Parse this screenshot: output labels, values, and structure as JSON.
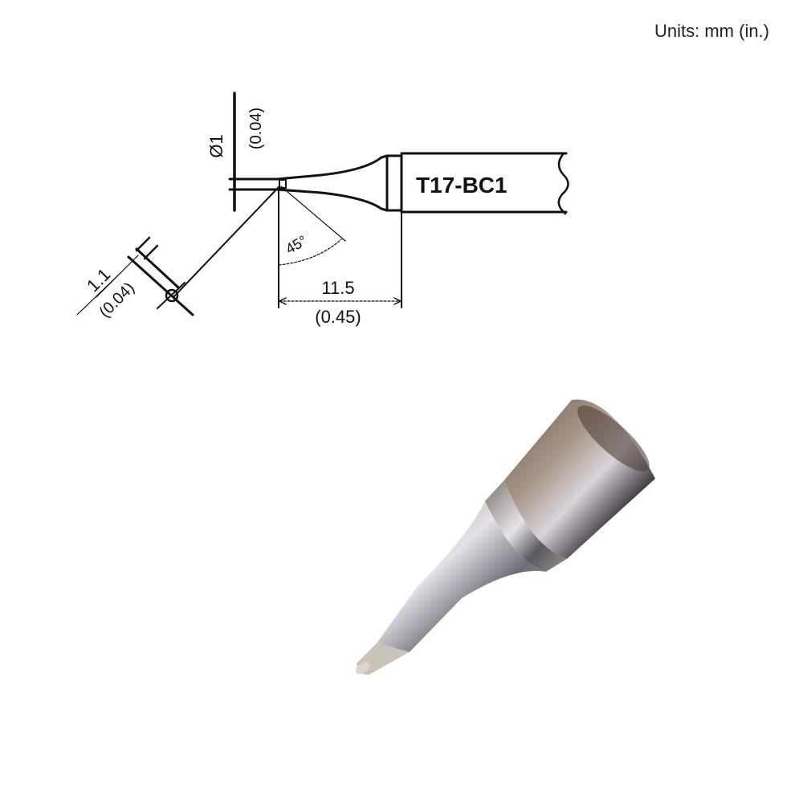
{
  "header": {
    "units_label": "Units: mm (in.)"
  },
  "drawing": {
    "model": "T17-BC1",
    "tip_diameter": {
      "mm": "Ø1",
      "in": "(0.04)"
    },
    "bevel_width": {
      "mm": "1.1",
      "in": "(0.04)"
    },
    "bevel_angle": "45°",
    "taper_length": {
      "mm": "11.5",
      "in": "(0.45)"
    }
  },
  "photo": {
    "subject": "soldering-tip-photo",
    "colors": {
      "barrel_dark": "#5a4a3e",
      "barrel_mid": "#9a8a7c",
      "highlight": "#e8e6ea",
      "shaft": "#b9b6bd",
      "tip_end": "#d8d2c4"
    }
  }
}
